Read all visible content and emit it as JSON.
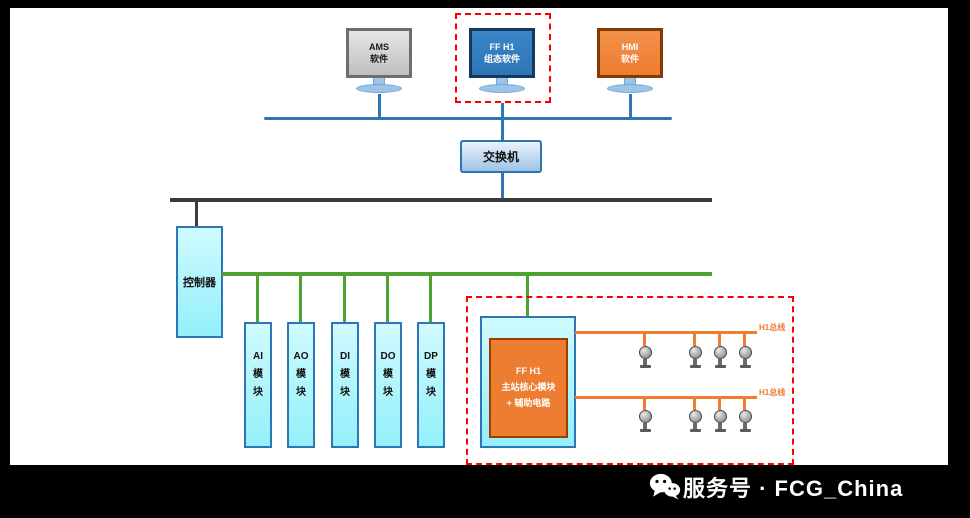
{
  "colors": {
    "background": "#000000",
    "panel": "#ffffff",
    "ethernet_blue": "#2E75B6",
    "control_bus_dark": "#3B3B3B",
    "io_bus_green": "#4DA32F",
    "h1_bus_orange": "#ED7D31",
    "module_cyan": "#A5F3FC",
    "highlight_red": "#FF0000"
  },
  "monitors": [
    {
      "line1": "AMS",
      "line2": "软件"
    },
    {
      "line1": "FF H1",
      "line2": "组态软件"
    },
    {
      "line1": "HMI",
      "line2": "软件"
    }
  ],
  "switch": {
    "label": "交换机"
  },
  "controller": {
    "label": "控制器"
  },
  "modules": [
    {
      "chars": [
        "AI",
        "模",
        "块"
      ]
    },
    {
      "chars": [
        "AO",
        "模",
        "块"
      ]
    },
    {
      "chars": [
        "DI",
        "模",
        "块"
      ]
    },
    {
      "chars": [
        "DO",
        "模",
        "块"
      ]
    },
    {
      "chars": [
        "DP",
        "模",
        "块"
      ]
    }
  ],
  "ff_master": {
    "line1": "FF H1",
    "line2": "主站核心模块",
    "line3": "+ 辅助电路"
  },
  "h1_bus": {
    "upper_label": "H1总线",
    "lower_label": "H1总线"
  },
  "footer": {
    "account_text": "服务号 · FCG_China"
  }
}
